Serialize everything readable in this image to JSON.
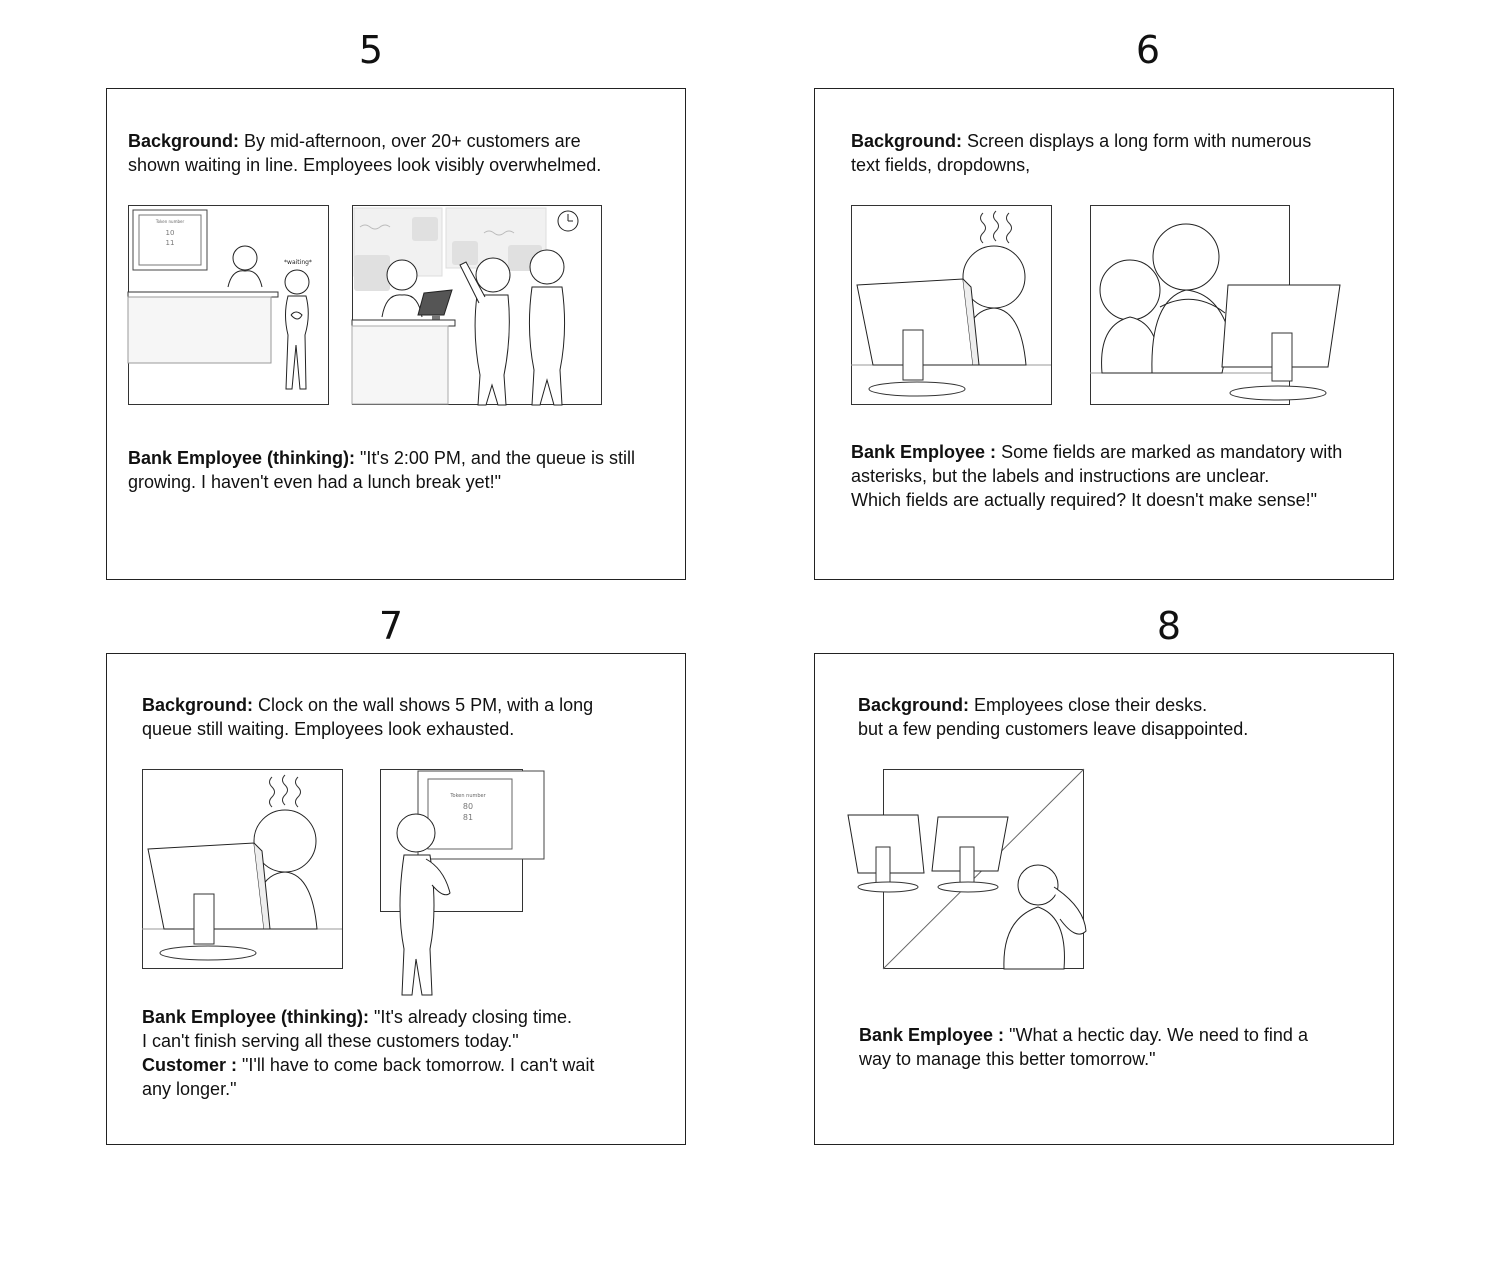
{
  "panels": [
    {
      "number": "5",
      "background_label": "Background:",
      "background_text": "By mid-afternoon, over 20+ customers are\nshown waiting in line. Employees look visibly overwhelmed.",
      "token_label": "Token number",
      "token_numbers": [
        "10",
        "11"
      ],
      "waiting_label": "*waiting*",
      "speaker_label": "Bank Employee (thinking):",
      "speaker_text": "\"It's 2:00 PM, and the queue is still\ngrowing. I haven't even had a lunch break yet!\""
    },
    {
      "number": "6",
      "background_label": "Background:",
      "background_text": "Screen displays a long form with numerous\ntext fields, dropdowns,",
      "speaker_label": "Bank Employee :",
      "speaker_text": "Some fields are marked as mandatory with\nasterisks, but the labels and instructions are unclear.\nWhich fields are actually required? It doesn't make sense!\""
    },
    {
      "number": "7",
      "background_label": "Background:",
      "background_text": "Clock on the wall shows 5 PM, with a long\nqueue still waiting. Employees look exhausted.",
      "token_label": "Token number",
      "token_numbers": [
        "80",
        "81"
      ],
      "speaker_label": "Bank Employee (thinking):",
      "speaker_text": "\"It's already closing time.\nI can't finish serving all these customers today.\"",
      "speaker2_label": "Customer :",
      "speaker2_text": "\"I'll have to come back tomorrow. I can't wait\nany longer.\""
    },
    {
      "number": "8",
      "background_label": "Background:",
      "background_text": "Employees close their desks.\nbut a few pending customers leave disappointed.",
      "speaker_label": "Bank Employee :",
      "speaker_text": "\"What a hectic day. We need to find a\nway to manage this better tomorrow.\""
    }
  ]
}
